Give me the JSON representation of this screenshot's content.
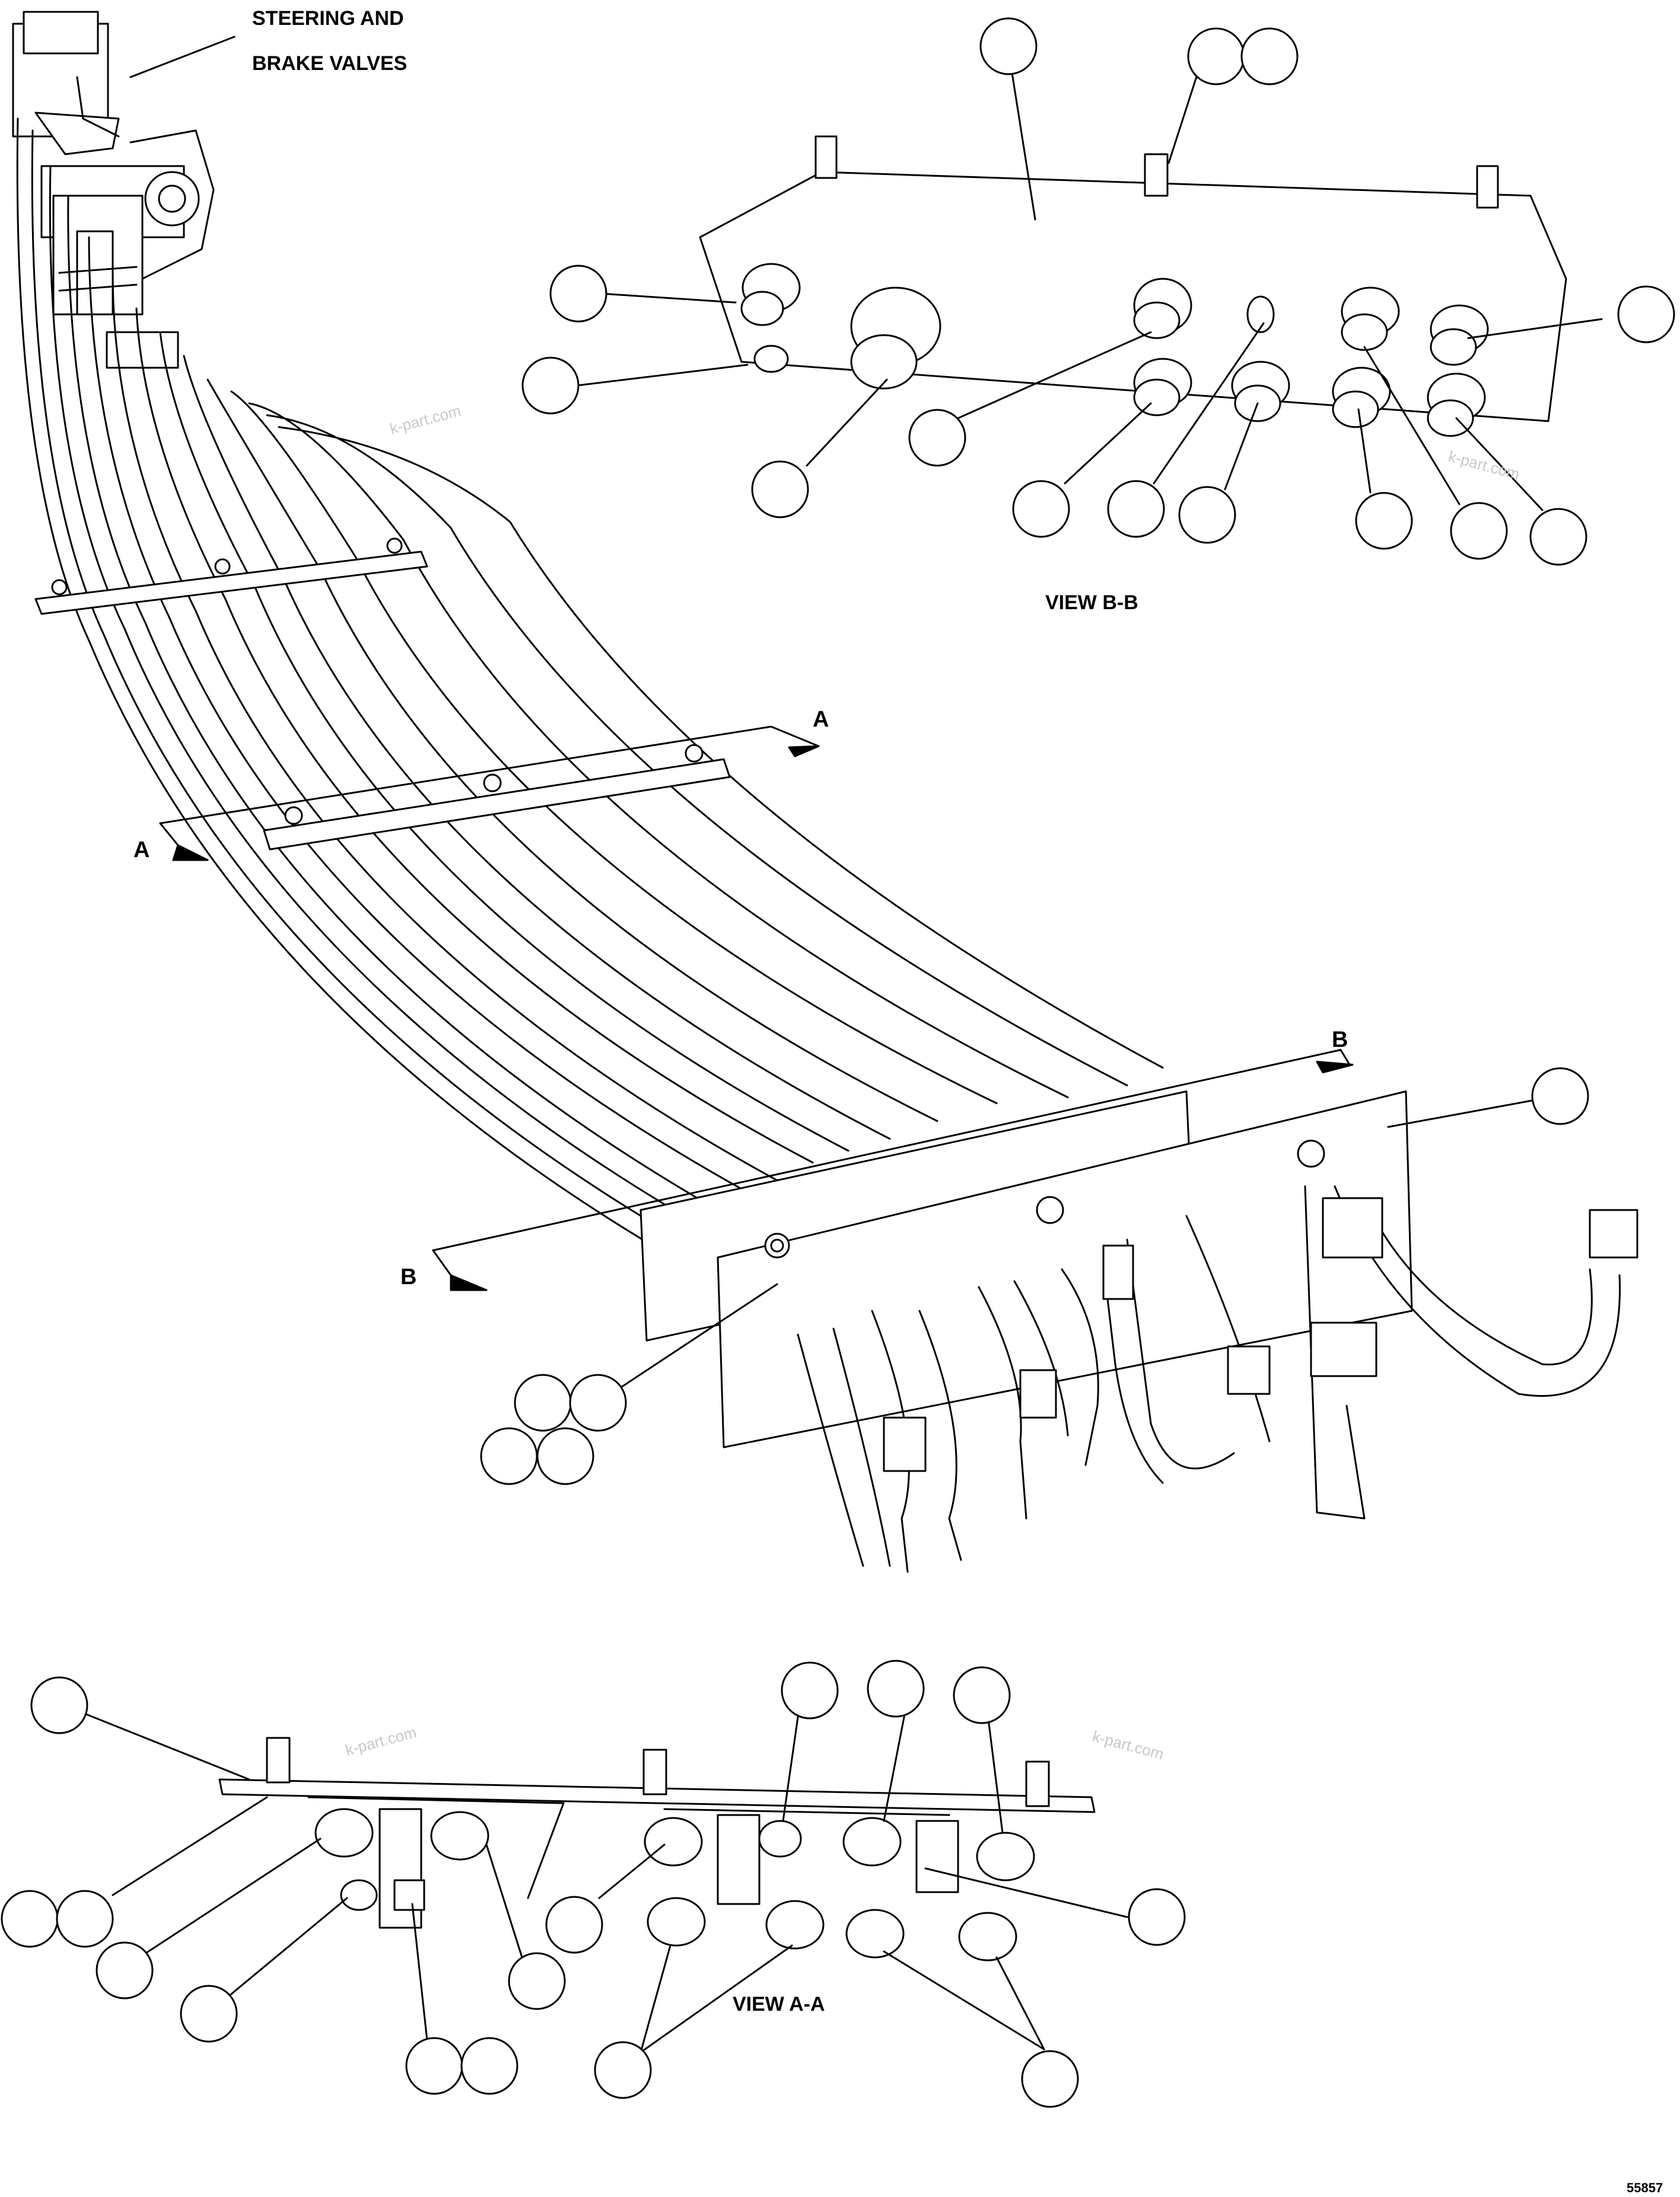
{
  "labels": {
    "steering_brake_line1": "STEERING AND",
    "steering_brake_line2": "BRAKE VALVES",
    "view_bb": "VIEW B-B",
    "view_aa": "VIEW A-A",
    "section_a": "A",
    "section_b": "B",
    "figure_number": "55857"
  },
  "watermark": "k-part.com",
  "colors": {
    "line": "#000000",
    "background": "#ffffff",
    "watermark": "#c8c8c8"
  }
}
